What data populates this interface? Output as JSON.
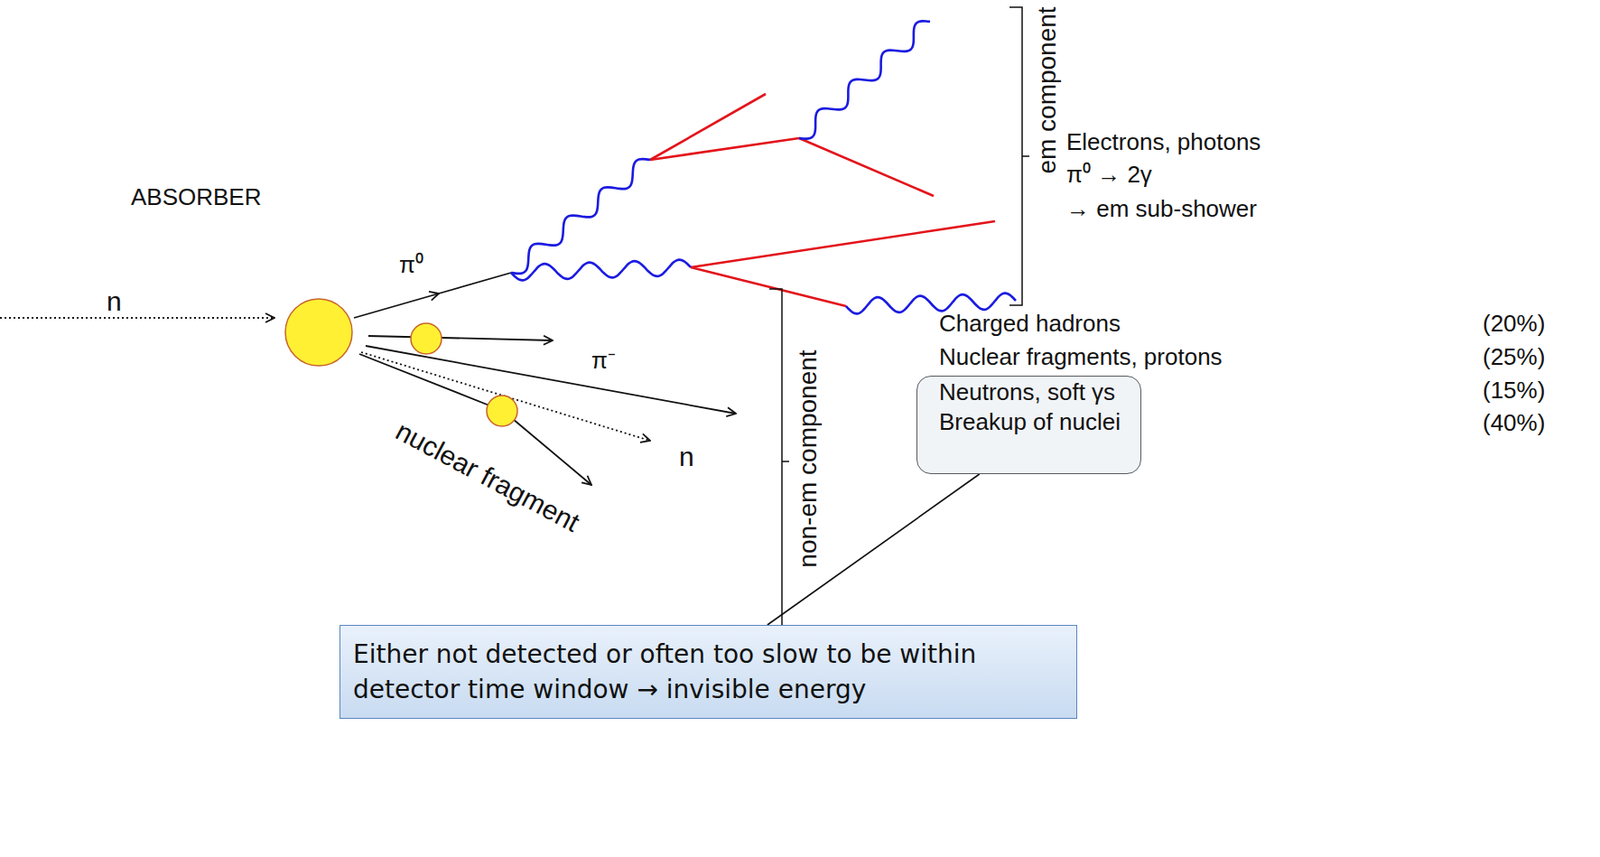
{
  "diagram": {
    "nodes": [
      {
        "text": [
          "Neutrons, soft γs",
          "Breakup of nuclei"
        ]
      },
      {
        "text": [
          "Either not detected or often too slow to be within detector time window → invisible energy"
        ]
      }
    ],
    "edges": [
      {
        "from": 0,
        "to": 1,
        "arrow": "none"
      }
    ],
    "labels": [
      "ABSORBER",
      "n",
      "π⁰",
      "π⁻",
      "n",
      "nuclear fragment",
      "em component",
      "Electrons, photons",
      "π⁰ → 2γ",
      "→ em sub-shower",
      "non-em component",
      "Charged hadrons",
      "(20%)",
      "Nuclear fragments, protons",
      "(25%)",
      "(15%)",
      "(40%)"
    ]
  }
}
